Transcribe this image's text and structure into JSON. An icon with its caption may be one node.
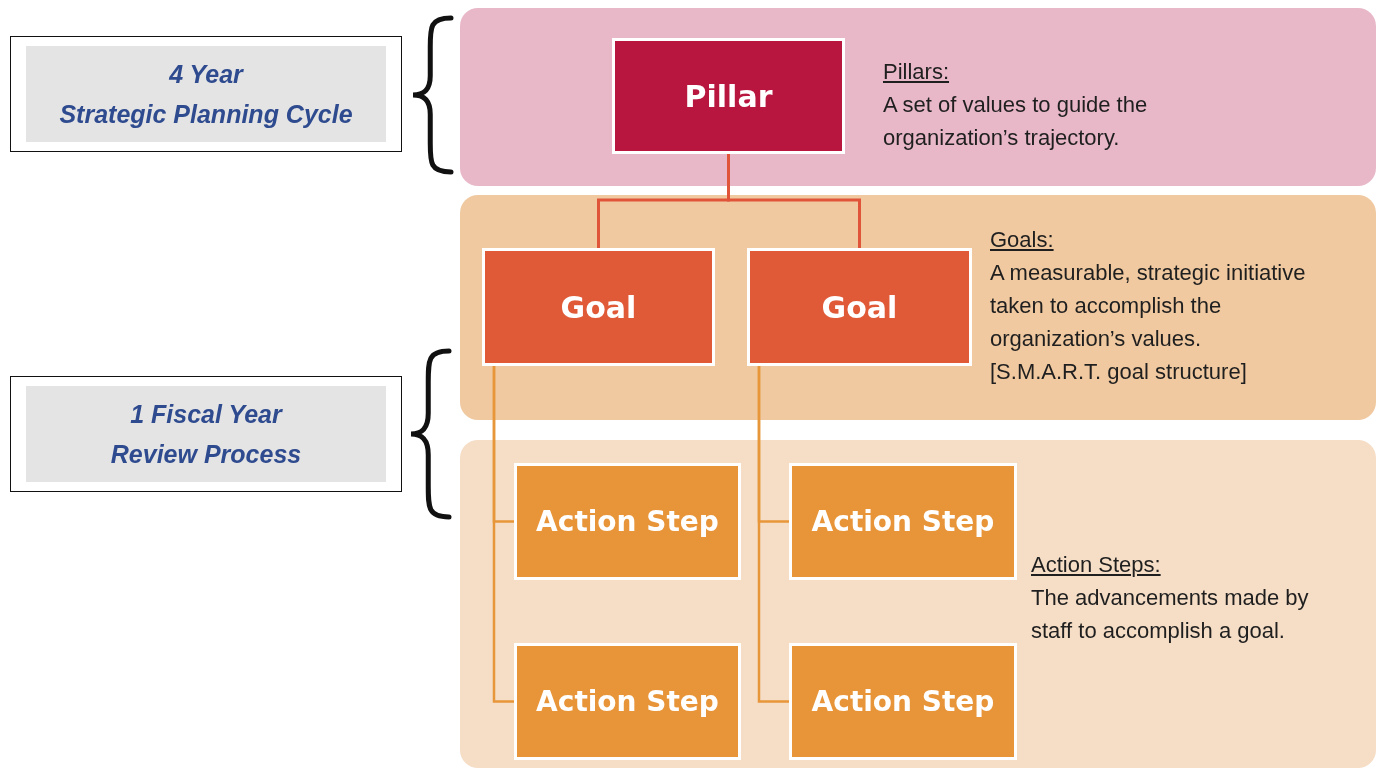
{
  "diagram": {
    "nodes": [
      {
        "text": [
          "Pillars:",
          "A set of values to guide the organization’s trajectory."
        ]
      },
      {
        "text": [
          "Pillar"
        ],
        "in": 0
      },
      {
        "text": [
          "Goals:",
          "A measurable, strategic initiative taken to accomplish the organization’s values.",
          "[S.M.A.R.T. goal structure]"
        ]
      },
      {
        "text": [
          "Goal"
        ],
        "in": 2
      },
      {
        "text": [
          "Goal"
        ],
        "in": 2
      },
      {
        "text": [
          "Action Steps:",
          "The advancements made by staff to accomplish a goal."
        ]
      },
      {
        "text": [
          "Action Step"
        ],
        "in": 5
      },
      {
        "text": [
          "Action Step"
        ],
        "in": 5
      },
      {
        "text": [
          "Action Step"
        ],
        "in": 5
      },
      {
        "text": [
          "Action Step"
        ],
        "in": 5
      },
      {
        "text": [
          "4 Year",
          "Strategic Planning Cycle"
        ]
      },
      {
        "text": [
          "1 Fiscal Year",
          "Review Process"
        ]
      }
    ],
    "edges": [
      {
        "from": 1,
        "to": 3,
        "arrow": "none",
        "color": "#e0553a"
      },
      {
        "from": 1,
        "to": 4,
        "arrow": "none",
        "color": "#e0553a"
      },
      {
        "from": 3,
        "to": 6,
        "arrow": "none"
      },
      {
        "from": 3,
        "to": 8,
        "arrow": "none"
      },
      {
        "from": 4,
        "to": 7,
        "arrow": "none"
      },
      {
        "from": 4,
        "to": 9,
        "arrow": "none"
      }
    ]
  }
}
